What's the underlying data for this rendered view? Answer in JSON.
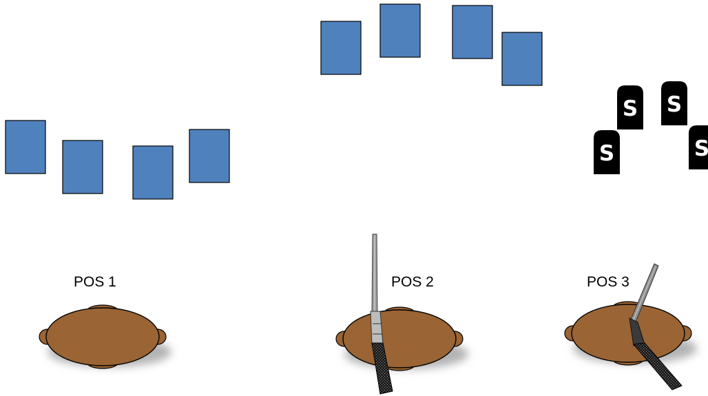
{
  "colors": {
    "target_fill": "#4f81bd",
    "target_stroke": "#000000",
    "table_fill": "#9a6434",
    "table_stroke": "#000000",
    "shadow": "#b3b3b3",
    "tombstone_fill": "#000000",
    "tombstone_letter": "#ffffff",
    "rifle_stock": "#1a1a1a",
    "rifle_metal": "#9e9e9e"
  },
  "positions": [
    {
      "label": "POS 1",
      "icon": "round-table-icon",
      "has_rifle": false
    },
    {
      "label": "POS 2",
      "icon": "round-table-icon",
      "has_rifle": true,
      "rifle_icon": "rifle-icon"
    },
    {
      "label": "POS 3",
      "icon": "round-table-icon",
      "has_rifle": true,
      "rifle_icon": "rifle-icon"
    }
  ],
  "target_groups": [
    {
      "name": "target-group-pos1",
      "count": 4,
      "icon": "blue-card-target-icon"
    },
    {
      "name": "target-group-pos2",
      "count": 4,
      "icon": "blue-card-target-icon"
    },
    {
      "name": "target-group-pos3",
      "count": 4,
      "icon": "tombstone-target-icon"
    }
  ],
  "tombstones": [
    {
      "letter": "S"
    },
    {
      "letter": "S"
    },
    {
      "letter": "S"
    },
    {
      "letter": "S"
    }
  ]
}
